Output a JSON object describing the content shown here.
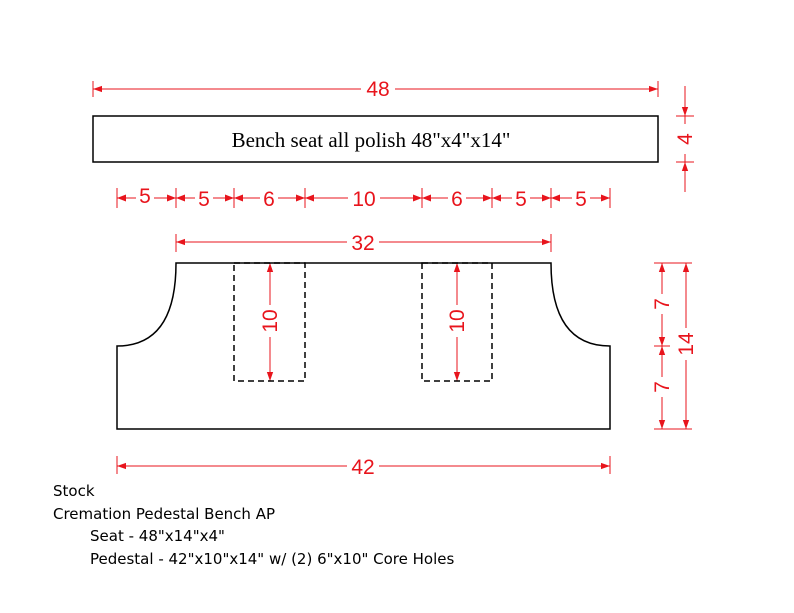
{
  "colors": {
    "dimension": "#e8141c",
    "outline": "#000000",
    "background": "#ffffff"
  },
  "seat": {
    "label": "Bench seat all polish 48\"x4\"x14\""
  },
  "dimensions": {
    "seat_length": "48",
    "seat_height": "4",
    "segments": [
      "5",
      "5",
      "6",
      "10",
      "6",
      "5",
      "5"
    ],
    "top_width": "32",
    "hole_left_depth": "10",
    "hole_right_depth": "10",
    "upper_height": "7",
    "lower_height": "7",
    "total_height": "14",
    "base_length": "42"
  },
  "notes": {
    "line1": "Stock",
    "line2": "Cremation Pedestal Bench AP",
    "line3": "Seat - 48\"x14\"x4\"",
    "line4": "Pedestal - 42\"x10\"x14\" w/ (2) 6\"x10\" Core Holes"
  }
}
